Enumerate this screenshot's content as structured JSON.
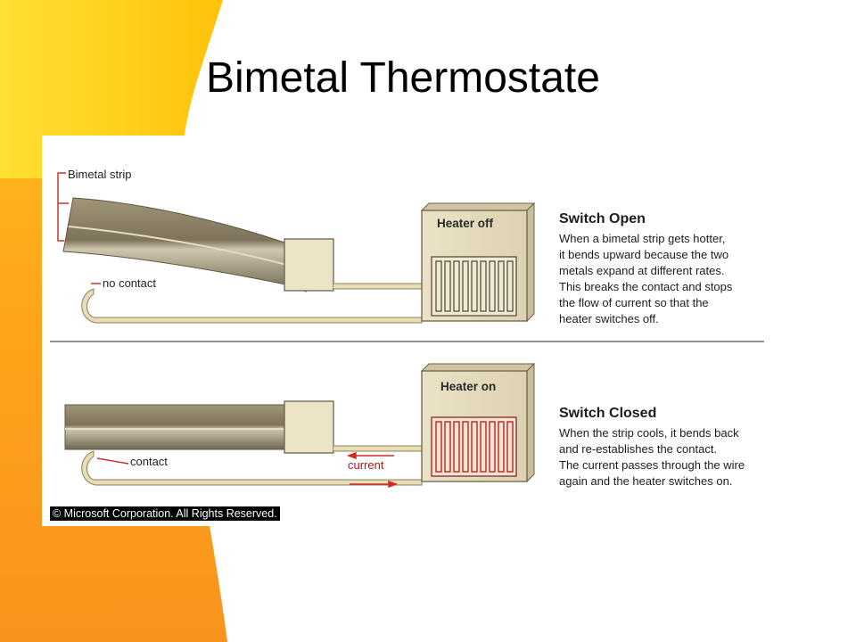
{
  "slide": {
    "title": "Bimetal Thermostate"
  },
  "theme": {
    "accent_orange": "#f7941d",
    "accent_yellow": "#ffd200",
    "wire_color": "#e8ddb4",
    "wire_outline": "#8a7f5e",
    "heater_on_color": "#b5281f",
    "current_color": "#d62a20"
  },
  "diagram": {
    "top": {
      "strip_label": "Bimetal strip",
      "contact_label": "no contact",
      "heater_title": "Heater off",
      "heading": "Switch Open",
      "description": "When a bimetal strip gets hotter,\nit bends upward because the two\nmetals expand at different rates.\nThis breaks the contact and stops\nthe flow of current so that the\nheater switches off."
    },
    "bottom": {
      "contact_label": "contact",
      "current_label": "current",
      "heater_title": "Heater on",
      "heading": "Switch Closed",
      "description": "When the strip cools, it bends back\nand re-establishes the contact.\nThe current passes through the wire\nagain and the heater switches on."
    },
    "copyright": "© Microsoft Corporation. All Rights Reserved."
  }
}
